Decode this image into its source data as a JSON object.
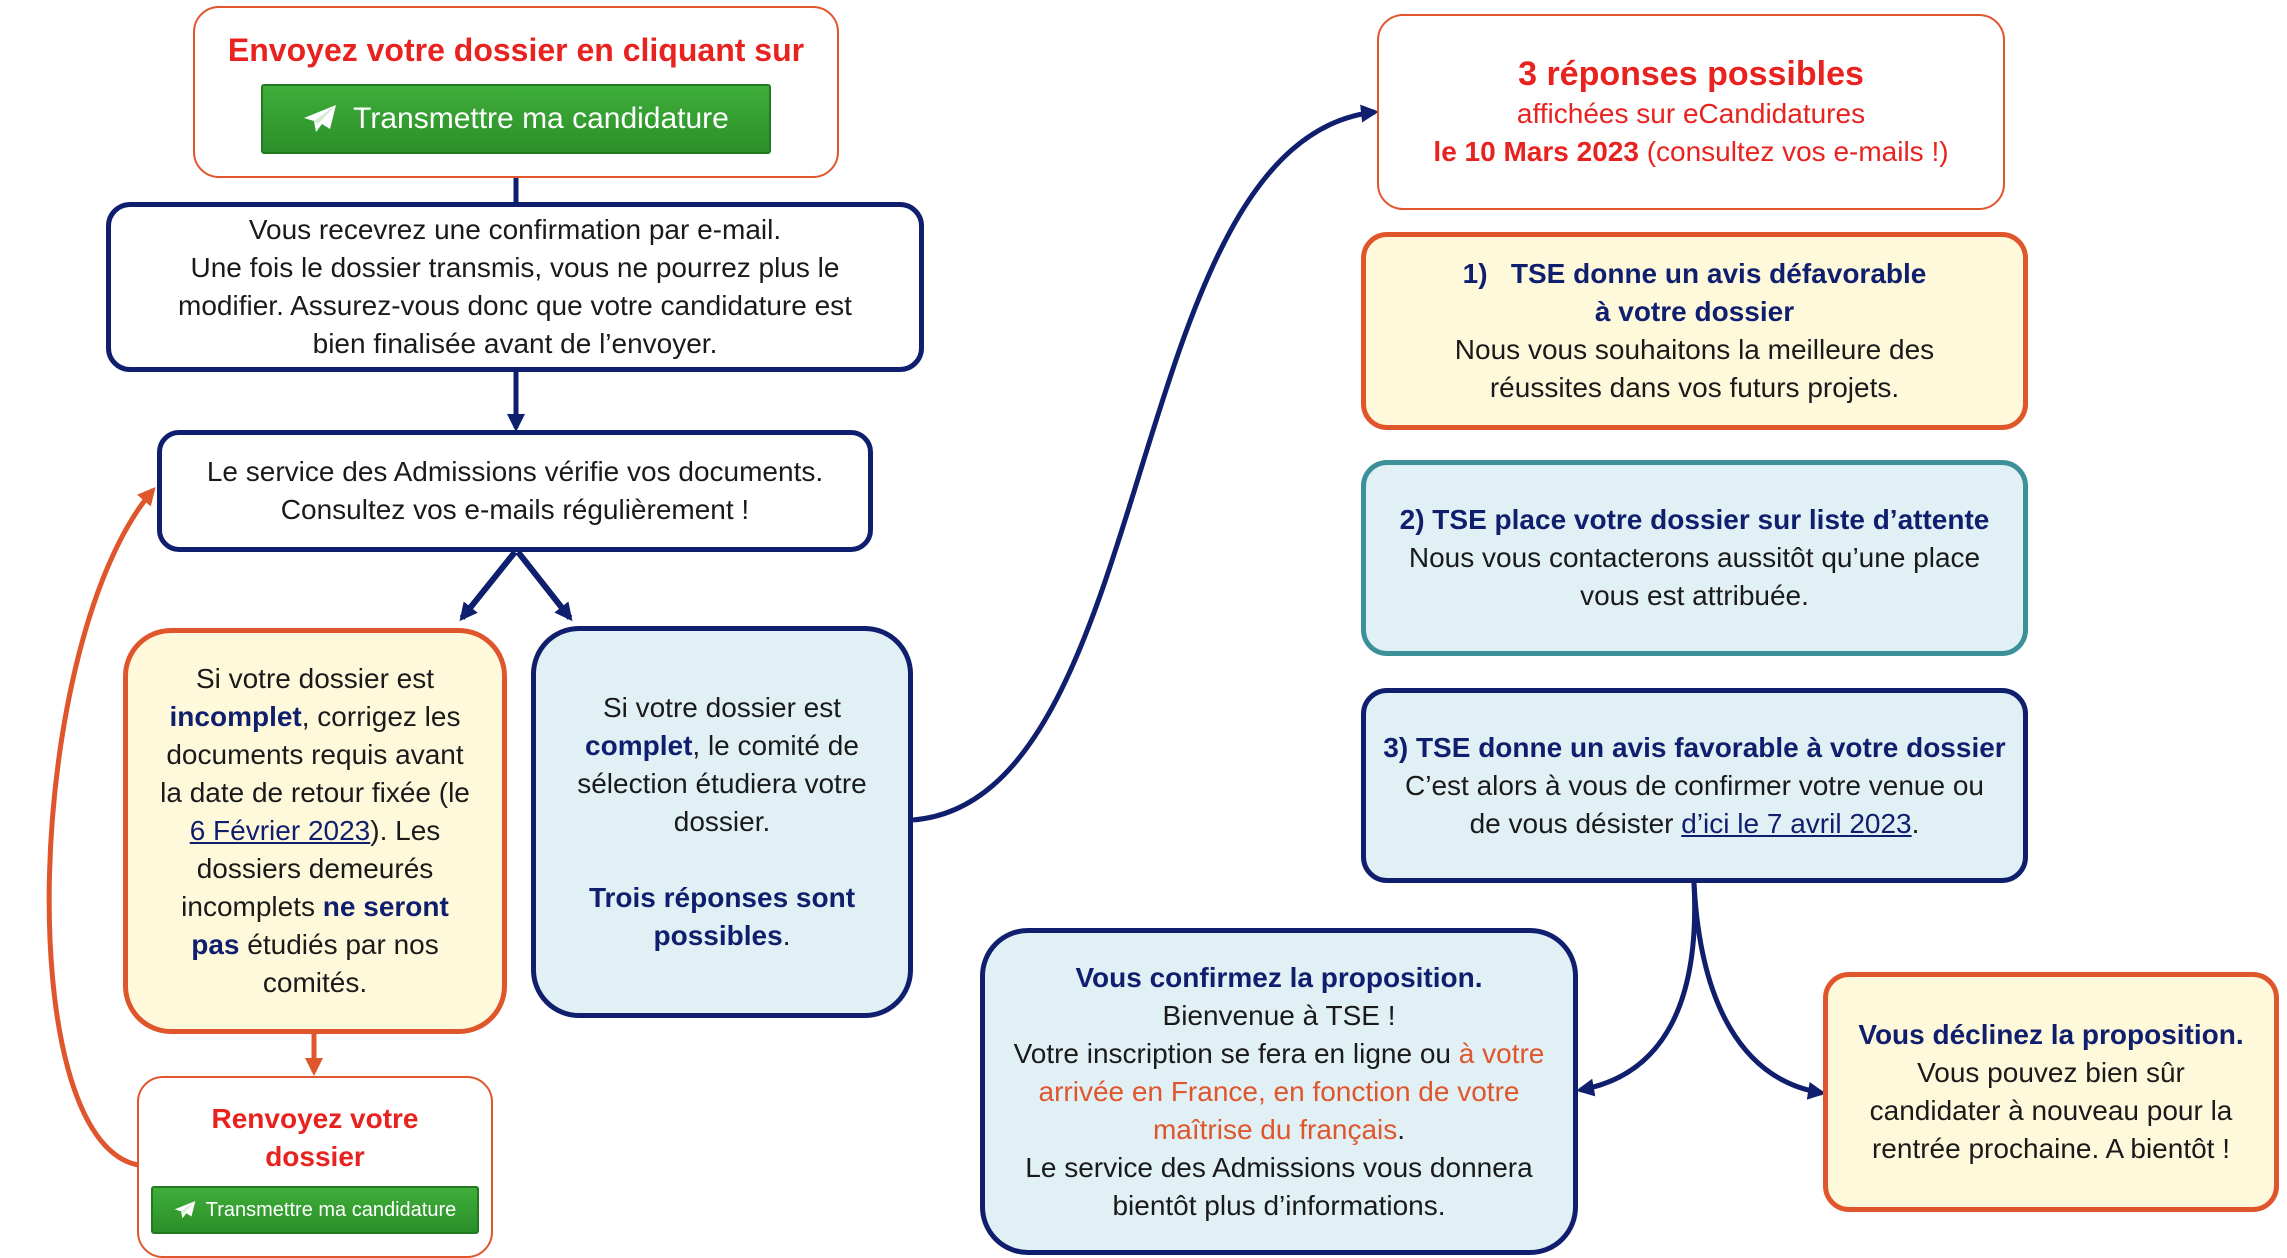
{
  "colors": {
    "navy": "#0f1f6e",
    "red_text": "#e8231f",
    "orange_border": "#e0562c",
    "cream_fill": "#fff9dc",
    "light_blue_fill": "#e1f0f4",
    "teal_border": "#3b9099",
    "green_button": "#2f9a2d"
  },
  "send": {
    "title": "Envoyez votre dossier en cliquant sur",
    "button_label": "Transmettre ma candidature",
    "button_icon": "paper-plane-icon"
  },
  "confirm_email": {
    "line1": "Vous recevrez une confirmation par e-mail.",
    "line2": "Une fois le dossier transmis, vous ne pourrez plus le",
    "line3": "modifier. Assurez-vous donc que votre candidature est",
    "line4": "bien finalisée avant de l’envoyer."
  },
  "admissions_check": {
    "line1": "Le service des Admissions vérifie vos documents.",
    "line2": "Consultez vos e-mails régulièrement !"
  },
  "incomplete": {
    "t1": "Si votre dossier est",
    "t2_bold": "incomplet",
    "t3": ", corrigez les documents requis avant la date de retour fixée (le ",
    "t4_link": "6 Février 2023",
    "t5": "). Les dossiers demeurés incomplets ",
    "t6_bold": "ne seront pas",
    "t7": " étudiés par nos comités."
  },
  "resend": {
    "title": "Renvoyez votre dossier",
    "button_label": "Transmettre ma candidature",
    "button_icon": "paper-plane-icon"
  },
  "complete": {
    "t1": "Si votre dossier est",
    "t2_bold": "complet",
    "t3": ", le comité de sélection étudiera votre dossier.",
    "t4_bold": "Trois réponses sont possibles",
    "t5": "."
  },
  "answers_header": {
    "title": "3 réponses possibles",
    "line2": "affichées sur eCandidatures",
    "date_bold": "le 10 Mars 2023",
    "line3_rest": " (consultez vos e-mails !)"
  },
  "answer1": {
    "title_num": "1)",
    "title": "TSE donne un avis défavorable",
    "title2": "à votre dossier",
    "line1": "Nous vous souhaitons la meilleure des",
    "line2": "réussites dans vos futurs projets."
  },
  "answer2": {
    "title": "2) TSE place votre dossier sur liste d’attente",
    "line1": "Nous vous contacterons aussitôt qu’une place",
    "line2": "vous est attribuée."
  },
  "answer3": {
    "title": "3) TSE donne un avis favorable à votre dossier",
    "line1": "C’est alors à vous de confirmer votre venue ou",
    "line2_a": "de vous désister ",
    "line2_link": "d’ici le 7 avril 2023",
    "line2_b": "."
  },
  "accept": {
    "title": "Vous confirmez la proposition.",
    "line1": "Bienvenue à TSE !",
    "line2_a": "Votre inscription se fera en ligne ou ",
    "line2_b": "à votre arrivée en France, en fonction de votre maîtrise du français",
    "line2_c": ".",
    "line3": "Le service des Admissions vous donnera bientôt plus d’informations."
  },
  "decline": {
    "title": "Vous déclinez la proposition.",
    "line1": "Vous pouvez bien sûr candidater à nouveau pour la rentrée prochaine. A bientôt !"
  }
}
